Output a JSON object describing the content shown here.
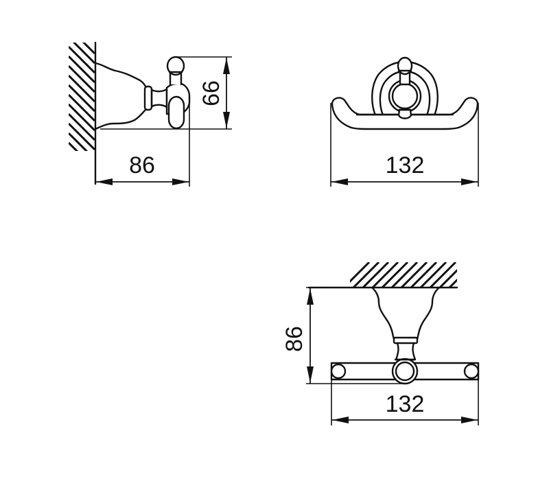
{
  "drawing": {
    "subject": "double robe hook",
    "line_color": "#111111",
    "background": "#ffffff"
  },
  "views": [
    {
      "name": "side-view",
      "dimensions": {
        "depth": "86",
        "height": "66"
      }
    },
    {
      "name": "front-view",
      "dimensions": {
        "width": "132"
      }
    },
    {
      "name": "top-view",
      "dimensions": {
        "depth": "86",
        "width": "132"
      }
    }
  ]
}
